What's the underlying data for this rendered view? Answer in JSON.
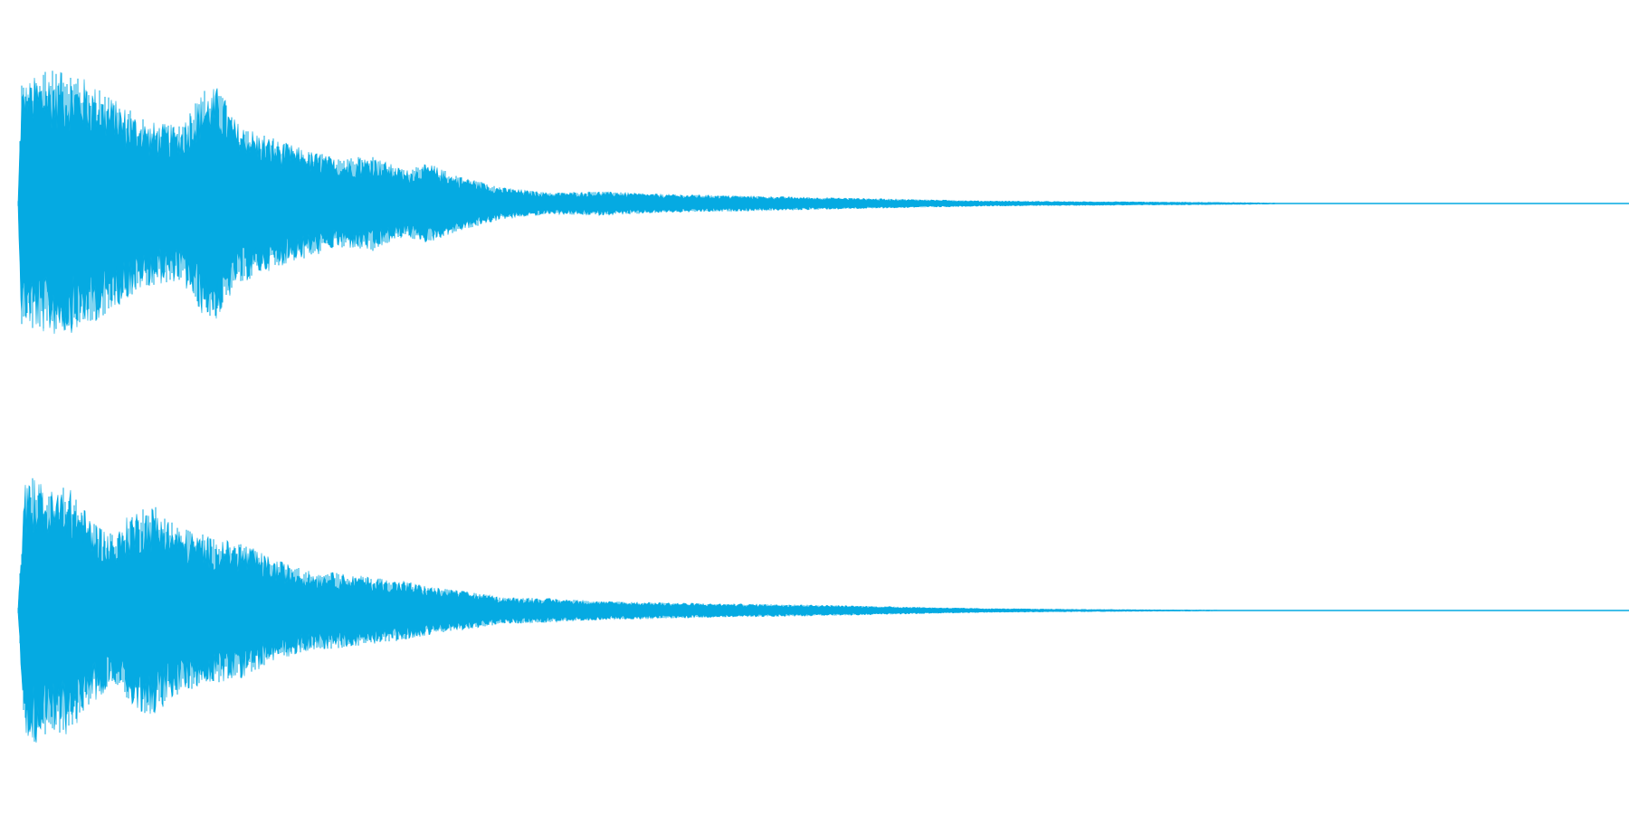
{
  "waveform": {
    "color": "#05aae2",
    "background": "#ffffff",
    "channels": [
      {
        "name": "",
        "peak_amplitude": 1.0,
        "envelope_points": [
          [
            0.0,
            0.02
          ],
          [
            0.002,
            0.9
          ],
          [
            0.01,
            0.95
          ],
          [
            0.02,
            1.0
          ],
          [
            0.04,
            0.95
          ],
          [
            0.06,
            0.78
          ],
          [
            0.08,
            0.62
          ],
          [
            0.1,
            0.58
          ],
          [
            0.115,
            0.85
          ],
          [
            0.125,
            0.88
          ],
          [
            0.135,
            0.62
          ],
          [
            0.16,
            0.48
          ],
          [
            0.18,
            0.4
          ],
          [
            0.2,
            0.33
          ],
          [
            0.22,
            0.36
          ],
          [
            0.24,
            0.25
          ],
          [
            0.255,
            0.3
          ],
          [
            0.27,
            0.22
          ],
          [
            0.3,
            0.12
          ],
          [
            0.33,
            0.08
          ],
          [
            0.36,
            0.09
          ],
          [
            0.4,
            0.07
          ],
          [
            0.44,
            0.06
          ],
          [
            0.48,
            0.05
          ],
          [
            0.52,
            0.04
          ],
          [
            0.56,
            0.03
          ],
          [
            0.6,
            0.02
          ],
          [
            0.65,
            0.015
          ],
          [
            0.7,
            0.012
          ],
          [
            0.75,
            0.008
          ],
          [
            0.78,
            0.004
          ],
          [
            0.8,
            0.0
          ]
        ]
      },
      {
        "name": "",
        "peak_amplitude": 1.0,
        "envelope_points": [
          [
            0.0,
            0.02
          ],
          [
            0.004,
            0.95
          ],
          [
            0.01,
            1.0
          ],
          [
            0.02,
            0.9
          ],
          [
            0.03,
            0.95
          ],
          [
            0.045,
            0.7
          ],
          [
            0.06,
            0.55
          ],
          [
            0.07,
            0.75
          ],
          [
            0.085,
            0.78
          ],
          [
            0.1,
            0.62
          ],
          [
            0.12,
            0.55
          ],
          [
            0.14,
            0.5
          ],
          [
            0.16,
            0.38
          ],
          [
            0.18,
            0.3
          ],
          [
            0.2,
            0.28
          ],
          [
            0.22,
            0.25
          ],
          [
            0.24,
            0.22
          ],
          [
            0.26,
            0.17
          ],
          [
            0.28,
            0.14
          ],
          [
            0.3,
            0.1
          ],
          [
            0.33,
            0.09
          ],
          [
            0.36,
            0.07
          ],
          [
            0.4,
            0.06
          ],
          [
            0.44,
            0.05
          ],
          [
            0.48,
            0.045
          ],
          [
            0.52,
            0.035
          ],
          [
            0.56,
            0.025
          ],
          [
            0.6,
            0.015
          ],
          [
            0.65,
            0.01
          ],
          [
            0.7,
            0.006
          ],
          [
            0.76,
            0.003
          ],
          [
            0.82,
            0.0
          ]
        ]
      }
    ]
  }
}
